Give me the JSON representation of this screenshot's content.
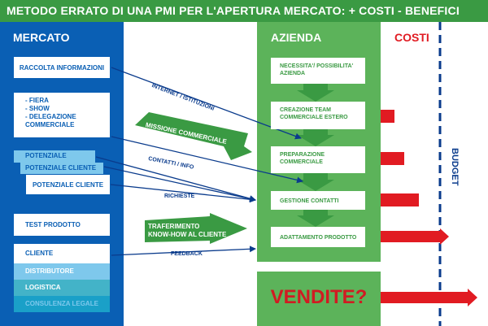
{
  "title": "METODO ERRATO DI UNA PMI PER L'APERTURA MERCATO: + COSTI - BENEFICI",
  "mercato": {
    "header": "MERCATO",
    "raccolta": "RACCOLTA INFORMAZIONI",
    "fiera_lines": [
      "- FIERA",
      "- SHOW",
      "- DELEGAZIONE",
      "COMMERCIALE"
    ],
    "potenziale_clienti": [
      "POTENZIALE CLIENTE",
      "POTENZIALE CLIENTE",
      "POTENZIALE CLIENTE"
    ],
    "test_prodotto": "TEST PRODOTTO",
    "cliente": "CLIENTE",
    "distributore": "DISTRIBUTORE",
    "logistica": "LOGISTICA",
    "consulenza": "CONSULENZA LEGALE"
  },
  "azienda": {
    "header": "AZIENDA",
    "steps": [
      [
        "NECESSITA'/ POSSIBILITA'",
        "AZIENDA"
      ],
      [
        "CREAZIONE TEAM",
        "COMMERCIALE ESTERO"
      ],
      [
        "PREPARAZIONE",
        "COMMERCIALE"
      ],
      [
        "GESTIONE CONTATTI"
      ],
      [
        "ADATTAMENTO PRODOTTO"
      ]
    ],
    "vendite": "VENDITE?"
  },
  "costi": {
    "header": "COSTI"
  },
  "budget": {
    "label": "BUDGET"
  },
  "arrows": {
    "missione": "MISSIONE COMMERCIALE",
    "trasferimento": [
      "TRAFERIMENTO",
      "KNOW-HOW AL CLIENTE"
    ],
    "internet": "INTERNET / ISTITUZIONI",
    "contatti": "CONTATTI / INFO",
    "richieste": "RICHIESTE",
    "feedback": "FEEDBACK"
  },
  "colors": {
    "title_green": "#3a9a43",
    "mercato_blue": "#0a5fb4",
    "azienda_green": "#5cb35a",
    "costi_red": "#e11b22",
    "light_blue": "#7ec8ec",
    "teal": "#43b3c8",
    "cyan": "#1aa0c8",
    "arrow_navy": "#0a3b8c"
  }
}
